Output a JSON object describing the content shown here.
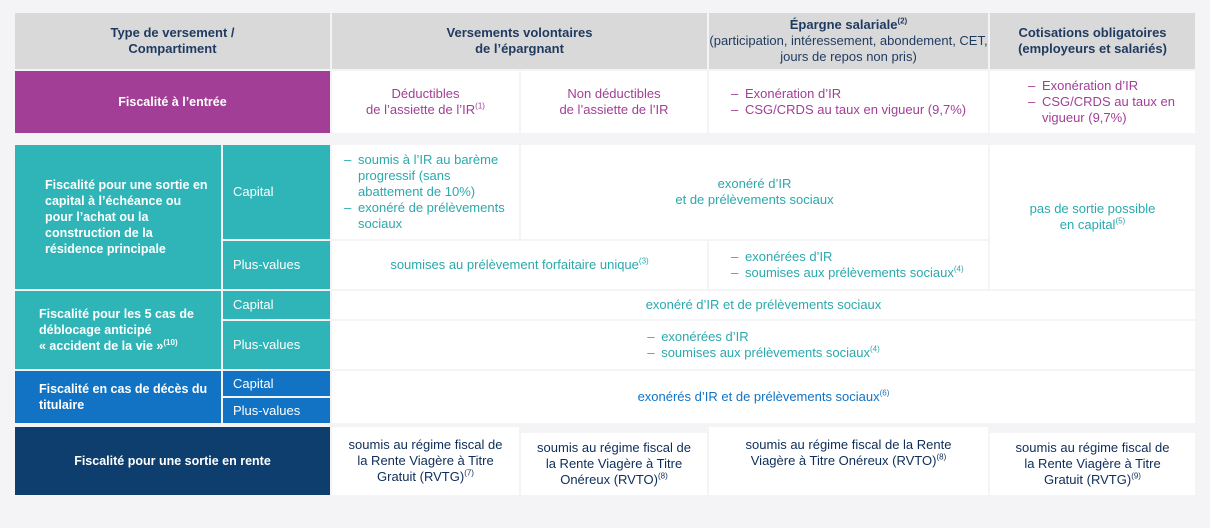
{
  "header": {
    "col0_line1": "Type de versement /",
    "col0_line2": "Compartiment",
    "col1_line1": "Versements volontaires",
    "col1_line2": "de l’épargnant",
    "col2_title": "Épargne salariale",
    "col2_title_sup": "(2)",
    "col2_sub": "(participation, intéressement, abondement, CET, jours de repos non pris)",
    "col3_line1": "Cotisations obligatoires",
    "col3_line2": "(employeurs et salariés)"
  },
  "row_entry": {
    "label": "Fiscalité à l’entrée",
    "deductible_line1": "Déductibles",
    "deductible_line2": "de l’assiette de l’IR",
    "deductible_sup": "(1)",
    "nondeductible_line1": "Non déductibles",
    "nondeductible_line2": "de l’assiette de l’IR",
    "epargne_items": [
      "Exonération d’IR",
      "CSG/CRDS au taux en vigueur (9,7%)"
    ],
    "cotis_items": [
      "Exonération d’IR",
      "CSG/CRDS au taux en vigueur (9,7%)"
    ]
  },
  "row_sortie_capital": {
    "label": "Fiscalité pour une sortie en capital à l’échéance ou pour l’achat ou la construction de la résidence principale",
    "sub_capital": "Capital",
    "sub_plusvalues": "Plus-values",
    "deductible_items": [
      "soumis à l’IR au barème progressif (sans abattement de 10%)",
      "exonéré de prélèvements sociaux"
    ],
    "capital_other_line1": "exonéré d’IR",
    "capital_other_line2": "et de prélèvements sociaux",
    "cotis_line1": "pas de sortie possible",
    "cotis_line2": "en capital",
    "cotis_sup": "(5)",
    "pv_volontaire": "soumises au prélèvement forfaitaire unique",
    "pv_volontaire_sup": "(3)",
    "pv_epargne_items": [
      "exonérées d’IR",
      "soumises aux prélèvements sociaux"
    ],
    "pv_epargne_sup": "(4)"
  },
  "row_deblocage": {
    "label_line1": "Fiscalité pour les 5 cas de",
    "label_line2": "déblocage anticipé",
    "label_line3": "« accident de la vie »",
    "label_sup": "(10)",
    "sub_capital": "Capital",
    "sub_plusvalues": "Plus-values",
    "capital_text": "exonéré d’IR et de prélèvements sociaux",
    "pv_items": [
      "exonérées d’IR",
      "soumises aux prélèvements sociaux"
    ],
    "pv_sup": "(4)"
  },
  "row_deces": {
    "label": "Fiscalité en cas de décès du titulaire",
    "sub_capital": "Capital",
    "sub_plusvalues": "Plus-values",
    "text": "exonérés d’IR et de prélèvements sociaux",
    "text_sup": "(6)"
  },
  "row_rente": {
    "label": "Fiscalité pour une sortie en rente",
    "c1": "soumis au régime fiscal de la Rente Viagère à Titre Gratuit (RVTG)",
    "c1_sup": "(7)",
    "c2": "soumis au régime fiscal de la Rente Viagère à Titre Onéreux (RVTO)",
    "c2_sup": "(8)",
    "c3": "soumis au régime fiscal de la Rente Viagère à Titre Onéreux (RVTO)",
    "c3_sup": "(8)",
    "c4": "soumis au régime fiscal de la Rente Viagère à Titre Gratuit (RVTG)",
    "c4_sup": "(9)"
  },
  "colors": {
    "purple": "#a23e96",
    "teal": "#2fb5b7",
    "blue": "#1273c4",
    "navy": "#0d3e6e",
    "header_gray": "#d9d9d9"
  }
}
